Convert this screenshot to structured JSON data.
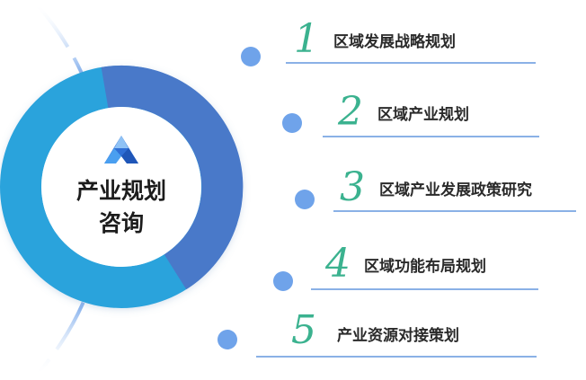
{
  "center": {
    "title_line1": "产业规划",
    "title_line2": "咨询"
  },
  "logo_icon": "triangle-logo-icon",
  "colors": {
    "ring_light": "#2ba3dc",
    "ring_dark": "#4a79c9",
    "arc": "#8eb6ee",
    "dot": "#6fa3ea",
    "number": "#3bb28f",
    "underline": "#8ab1e6"
  },
  "items": [
    {
      "number": "1",
      "label": "区域发展战略规划"
    },
    {
      "number": "2",
      "label": "区域产业规划"
    },
    {
      "number": "3",
      "label": "区域产业发展政策研究"
    },
    {
      "number": "4",
      "label": "区域功能布局规划"
    },
    {
      "number": "5",
      "label": "产业资源对接策划"
    }
  ]
}
